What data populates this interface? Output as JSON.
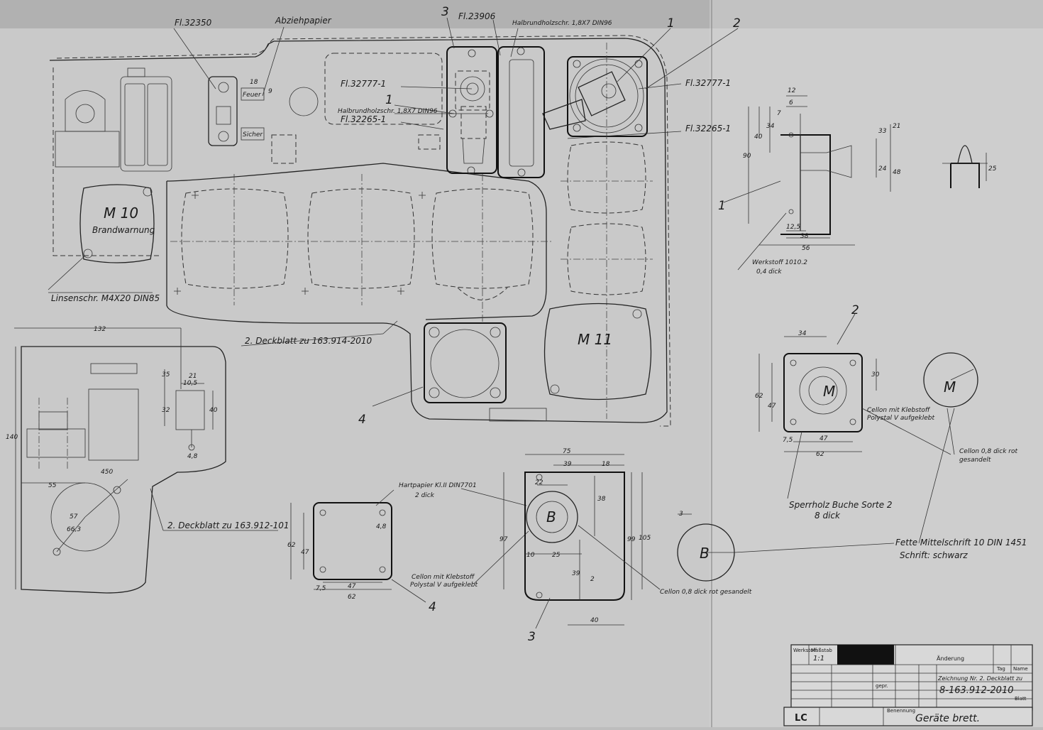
{
  "drawing": {
    "labels": {
      "fl32350": "Fl.32350",
      "abziehpapier": "Abziehpapier",
      "feuer": "Feuer",
      "sicher": "Sicher",
      "fl23906": "Fl.23906",
      "halbrundholz_top": "Halbrundholzschr. 1,8X7 DIN96",
      "fl32777_left": "Fl.32777-1",
      "halbrundholz_left": "Halbrundholzschr. 1,8X7 DIN96",
      "fl32265_left": "Fl.32265-1",
      "fl32777_right": "Fl.32777-1",
      "fl32265_right": "Fl.32265-1",
      "m10": "M 10",
      "brandwarnung": "Brandwarnung",
      "linsenschr": "Linsenschr. M4X20 DIN85",
      "m11": "M 11",
      "deckblatt_2010": "2. Deckblatt zu 163.914-2010",
      "deckblatt_101": "2. Deckblatt zu 163.912-101",
      "hartpapier": "Hartpapier Kl.II DIN7701",
      "hartpapier_dick": "2 dick",
      "cellon_klebstoff_bl": "Cellon mit Klebstoff",
      "cellon_polystal_bl": "Polystal V aufgeklebt",
      "cellon_klebstoff_r": "Cellon mit Klebstoff",
      "cellon_polystal_r": "Polystal V aufgeklebt",
      "cellon_rot_right": "Cellon 0,8 dick rot",
      "gesandelt": "gesandelt",
      "cellon_rot_bottom": "Cellon 0,8 dick rot gesandelt",
      "sperrholz": "Sperrholz Buche Sorte 2",
      "sperrholz_dick": "8 dick",
      "fette_schrift": "Fette Mittelschrift 10 DIN 1451",
      "schrift_schwarz": "Schrift: schwarz",
      "werkstoff": "Werkstoff 1010.2",
      "werkstoff_dick": "0,4 dick",
      "letter_b": "B",
      "letter_m": "M"
    },
    "numbers": {
      "n1_top": "1",
      "n2_top": "2",
      "n3_top": "3",
      "n1_left": "1",
      "n1_bracket": "1",
      "n2_right": "2",
      "n3_bottom": "3",
      "n4_mid": "4",
      "n4_bottom": "4"
    },
    "dims": {
      "d132": "132",
      "d140": "140",
      "d55": "55",
      "d35": "35",
      "d21": "21",
      "d105": "10,5",
      "d32": "32",
      "d40a": "40",
      "d48a": "4,8",
      "d450": "450",
      "d57": "57",
      "d663": "66,3",
      "d18": "18",
      "d9": "9",
      "d75": "75",
      "d39a": "39",
      "d18b": "18",
      "d22": "22",
      "d38a": "38",
      "d97": "97",
      "d99": "99",
      "d105b": "105",
      "d10": "10",
      "d25": "25",
      "d39b": "39",
      "d24": "2",
      "d40b": "40",
      "d3": "3",
      "d62a": "62",
      "d47a": "47",
      "d75b": "7,5",
      "d47b": "47",
      "d62b": "62",
      "d48b": "4,8",
      "d34": "34",
      "d30": "30",
      "d62c": "62",
      "d47c": "47",
      "d75c": "7,5",
      "d47d": "47",
      "d62d": "62",
      "d12": "12",
      "d6": "6",
      "d7": "7",
      "d34b": "34",
      "d40c": "40",
      "d90": "90",
      "d33": "33",
      "d21b": "21",
      "d24b": "24",
      "d48c": "48",
      "d125": "12,5",
      "d38b": "38",
      "d56": "56",
      "d25b": "25"
    },
    "title_block": {
      "werkstoff_h": "Werkstoff",
      "massstab_h": "Maßstab",
      "massstab_v": "1:1",
      "aenderung": "Änderung",
      "tag": "Tag",
      "name": "Name",
      "zeichnung": "Zeichnung Nr. 2. Deckblatt zu",
      "number": "8-163.912-2010",
      "blatt": "Blatt",
      "lc": "LC",
      "benennung_h": "Benennung",
      "benennung": "Geräte brett.",
      "gepr": "gepr."
    }
  }
}
